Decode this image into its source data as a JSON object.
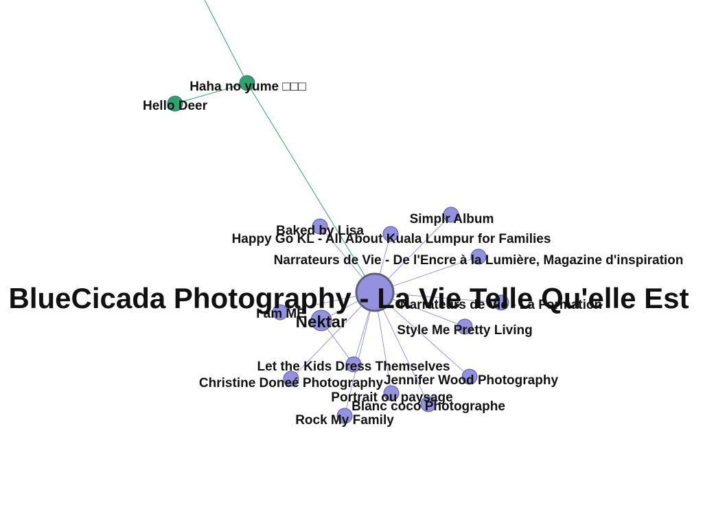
{
  "graph": {
    "colors": {
      "blue_node": "#9391e0",
      "green_node": "#2aa56b",
      "blue_edge": "#7d7bd6",
      "green_edge": "#2aa56b",
      "node_stroke": "#5a5a8a",
      "center_stroke": "#606070",
      "label": "#111111"
    },
    "nodes": [
      {
        "id": "bluecicada",
        "label": "BlueCicada Photography - La Vie Telle Qu'elle Est",
        "group": "blue"
      },
      {
        "id": "baked",
        "label": "Baked by Lisa",
        "group": "blue"
      },
      {
        "id": "happygo",
        "label": "Happy Go KL - All About Kuala Lumpur for Families",
        "group": "blue"
      },
      {
        "id": "simplr",
        "label": "Simplr Album",
        "group": "blue"
      },
      {
        "id": "narrateurs_encre",
        "label": "Narrateurs de Vie - De l'Encre à la Lumière, Magazine d'inspiration",
        "group": "blue"
      },
      {
        "id": "narrateurs_formation",
        "label": "Narrateurs de Vie - La Formation",
        "group": "blue"
      },
      {
        "id": "iamme",
        "label": "I am ME",
        "group": "blue"
      },
      {
        "id": "nektar",
        "label": "Nektar",
        "group": "blue"
      },
      {
        "id": "styleme",
        "label": "Style Me Pretty Living",
        "group": "blue"
      },
      {
        "id": "letkids",
        "label": "Let the Kids Dress Themselves",
        "group": "blue"
      },
      {
        "id": "christine",
        "label": "Christine Doneé Photography",
        "group": "blue"
      },
      {
        "id": "jennifer",
        "label": "Jennifer Wood Photography",
        "group": "blue"
      },
      {
        "id": "portrait",
        "label": "Portrait ou paysage",
        "group": "blue"
      },
      {
        "id": "blanccoco",
        "label": "Blanc coco Photographe",
        "group": "blue"
      },
      {
        "id": "rockmy",
        "label": "Rock My Family",
        "group": "blue"
      },
      {
        "id": "haha",
        "label": "Haha no yume □□□",
        "group": "green"
      },
      {
        "id": "hellodeer",
        "label": "Hello Deer",
        "group": "green"
      },
      {
        "id": "offscreen",
        "label": "",
        "group": "green"
      }
    ],
    "edges": [
      {
        "source": "bluecicada",
        "target": "baked"
      },
      {
        "source": "bluecicada",
        "target": "happygo"
      },
      {
        "source": "bluecicada",
        "target": "simplr"
      },
      {
        "source": "bluecicada",
        "target": "narrateurs_encre"
      },
      {
        "source": "bluecicada",
        "target": "narrateurs_formation"
      },
      {
        "source": "bluecicada",
        "target": "iamme"
      },
      {
        "source": "bluecicada",
        "target": "nektar"
      },
      {
        "source": "bluecicada",
        "target": "styleme"
      },
      {
        "source": "bluecicada",
        "target": "letkids"
      },
      {
        "source": "bluecicada",
        "target": "christine"
      },
      {
        "source": "bluecicada",
        "target": "jennifer"
      },
      {
        "source": "bluecicada",
        "target": "portrait"
      },
      {
        "source": "bluecicada",
        "target": "blanccoco"
      },
      {
        "source": "bluecicada",
        "target": "rockmy"
      },
      {
        "source": "nektar",
        "target": "letkids"
      },
      {
        "source": "haha",
        "target": "bluecicada"
      },
      {
        "source": "hellodeer",
        "target": "haha"
      },
      {
        "source": "offscreen",
        "target": "haha"
      }
    ]
  }
}
